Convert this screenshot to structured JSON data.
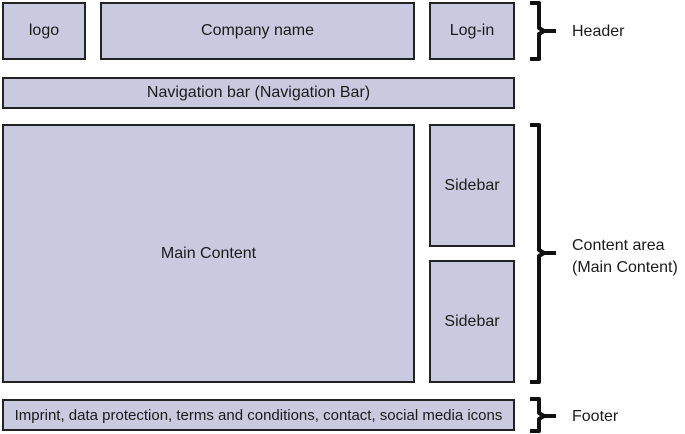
{
  "boxes": {
    "logo": "logo",
    "company_name": "Company name",
    "login": "Log-in",
    "navigation": "Navigation bar (Navigation Bar)",
    "main_content": "Main Content",
    "sidebar_top": "Sidebar",
    "sidebar_bottom": "Sidebar",
    "footer": "Imprint, data protection, terms and conditions, contact, social media icons"
  },
  "labels": {
    "header": "Header",
    "content_line1": "Content area",
    "content_line2": "(Main Content)",
    "footer": "Footer"
  },
  "colors": {
    "box_fill": "#c9c9e0",
    "box_border": "#222222",
    "brace": "#111111"
  }
}
